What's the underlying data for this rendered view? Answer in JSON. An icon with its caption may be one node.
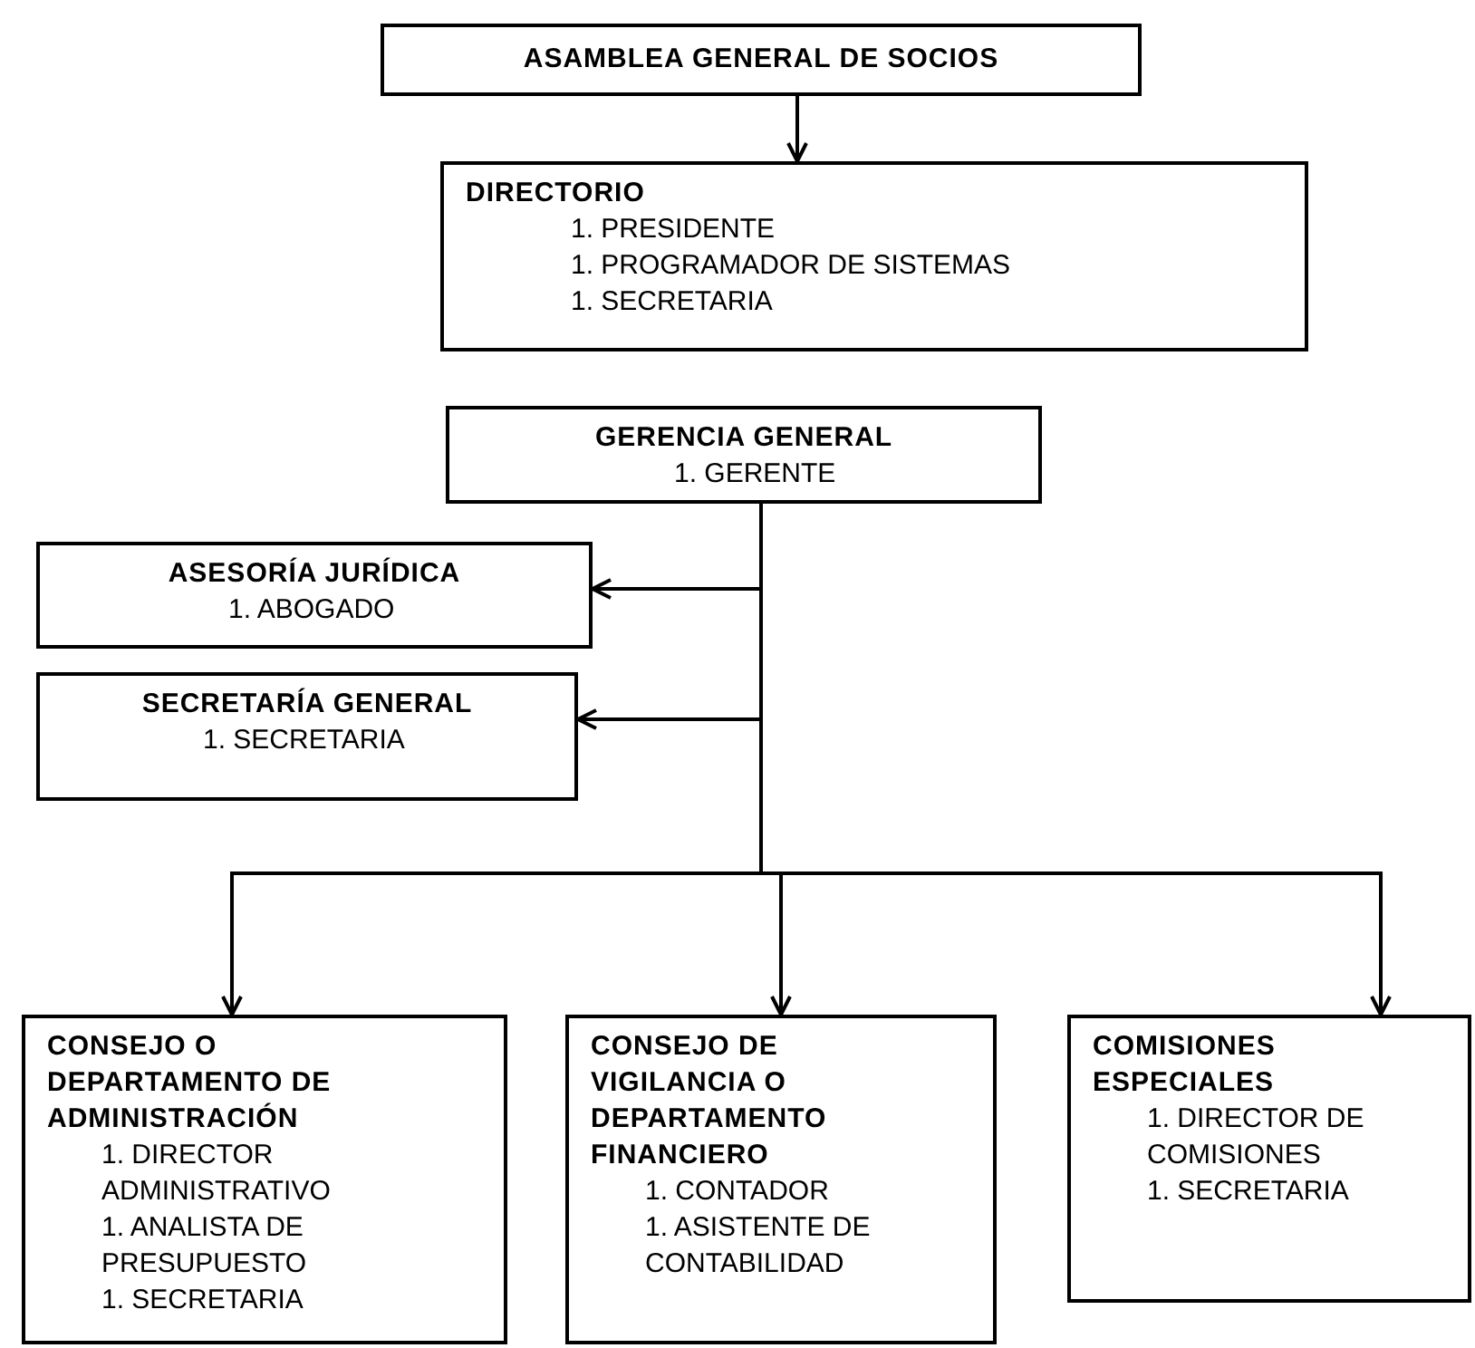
{
  "diagram": {
    "nodes": [
      {
        "text": [
          "ASAMBLEA GENERAL DE SOCIOS"
        ]
      },
      {
        "text": [
          "DIRECTORIO",
          "1. PRESIDENTE",
          "1. PROGRAMADOR DE SISTEMAS",
          "1. SECRETARIA"
        ]
      },
      {
        "text": [
          "GERENCIA GENERAL",
          "1. GERENTE"
        ]
      },
      {
        "text": [
          "ASESORÍA JURÍDICA",
          "1. ABOGADO"
        ]
      },
      {
        "text": [
          "SECRETARÍA GENERAL",
          "1. SECRETARIA"
        ]
      },
      {
        "text": [
          "CONSEJO O DEPARTAMENTO DE ADMINISTRACIÓN",
          "1. DIRECTOR ADMINISTRATIVO",
          "1. ANALISTA DE PRESUPUESTO",
          "1. SECRETARIA"
        ]
      },
      {
        "text": [
          "CONSEJO DE VIGILANCIA O DEPARTAMENTO FINANCIERO",
          "1. CONTADOR",
          "1. ASISTENTE DE CONTABILIDAD"
        ]
      },
      {
        "text": [
          "COMISIONES ESPECIALES",
          "1. DIRECTOR DE COMISIONES",
          "1. SECRETARIA"
        ]
      }
    ],
    "edges": [
      {
        "from": 0,
        "to": 1,
        "arrow": "to"
      },
      {
        "from": 2,
        "to": 3,
        "arrow": "to"
      },
      {
        "from": 2,
        "to": 4,
        "arrow": "to"
      },
      {
        "from": 2,
        "to": 5,
        "arrow": "to"
      },
      {
        "from": 2,
        "to": 6,
        "arrow": "to"
      },
      {
        "from": 2,
        "to": 7,
        "arrow": "to"
      }
    ]
  }
}
